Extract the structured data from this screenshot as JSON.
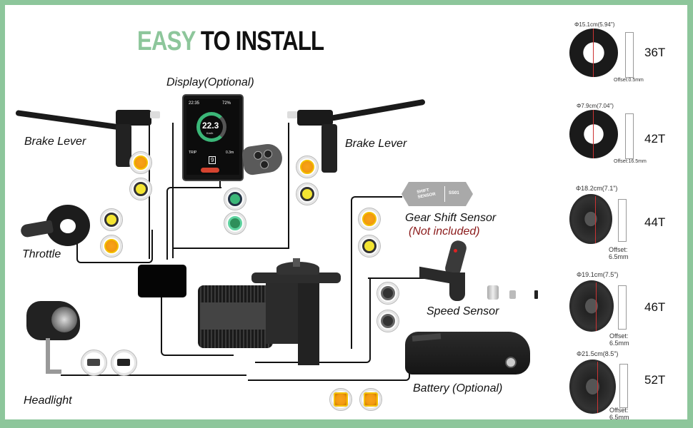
{
  "title": {
    "part1": "EASY",
    "part2": "TO INSTALL"
  },
  "colors": {
    "accent_green": "#8dc69b",
    "not_included_red": "#8b1a1a",
    "connector_yellow": "#f39a10",
    "connector_green": "#3bb778"
  },
  "components": {
    "display": {
      "label": "Display(Optional)",
      "screen": {
        "time": "22:35",
        "battery": "72%",
        "speed": "22.3",
        "unit": "Km/h",
        "trip_label": "TRIP",
        "trip_value": "0.3m",
        "gear": "9"
      }
    },
    "brake_lever_left": {
      "label": "Brake Lever"
    },
    "brake_lever_right": {
      "label": "Brake Lever"
    },
    "throttle": {
      "label": "Throttle"
    },
    "gear_shift_sensor": {
      "label": "Gear Shift Sensor",
      "note": "(Not included)",
      "device_text_1": "SHIFT SENSOR",
      "device_text_2": "SS01"
    },
    "speed_sensor": {
      "label": "Speed Sensor"
    },
    "headlight": {
      "label": "Headlight"
    },
    "battery": {
      "label": "Battery (Optional)"
    }
  },
  "chainrings": [
    {
      "teeth": "36T",
      "diameter": "Φ15.1cm(5.94\")",
      "offset": "Offset:0.5mm"
    },
    {
      "teeth": "42T",
      "diameter": "Φ7.9cm(7.04\")",
      "offset": "Offset:16.5mm"
    },
    {
      "teeth": "44T",
      "diameter": "Φ18.2cm(7.1\")",
      "offset": "Offset:\n6.5mm"
    },
    {
      "teeth": "46T",
      "diameter": "Φ19.1cm(7.5\")",
      "offset": "Offset:\n6.5mm"
    },
    {
      "teeth": "52T",
      "diameter": "Φ21.5cm(8.5\")",
      "offset": "Offset:\n6.5mm"
    }
  ]
}
